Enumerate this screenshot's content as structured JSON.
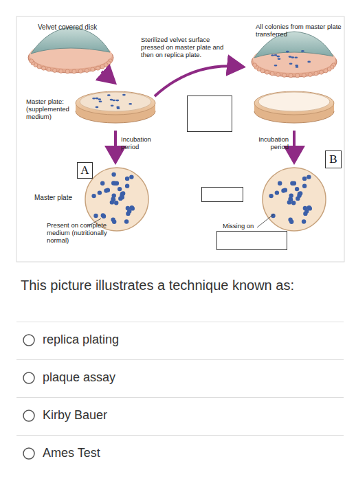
{
  "diagram": {
    "nodes": [
      {
        "text": [
          "A"
        ]
      },
      {
        "text": [
          "B"
        ]
      }
    ],
    "labels": [
      "Velvet covered disk",
      "Sterilized velvet surface pressed on master plate and then on replica plate.",
      "All colonies from master plate transferred",
      "Master plate: (supplemented medium)",
      "Incubation period",
      "Incubation period",
      "Master plate",
      "Present on complete medium (nutritionally normal)",
      "Missing on",
      "This picture illustrates a technique known as:",
      "replica plating",
      "plaque assay",
      "Kirby Bauer",
      "Ames Test"
    ]
  }
}
